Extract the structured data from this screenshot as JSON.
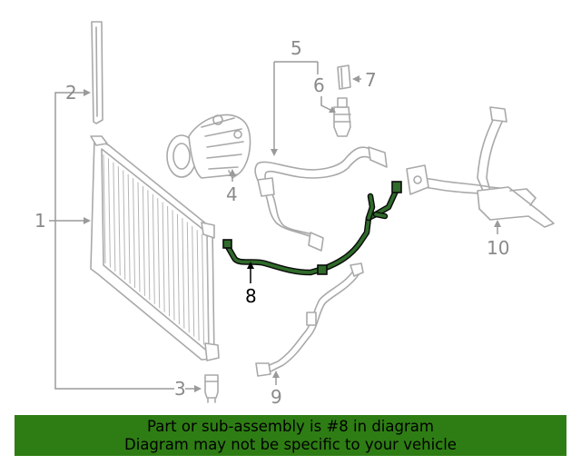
{
  "callouts": {
    "c1": "1",
    "c2": "2",
    "c3": "3",
    "c4": "4",
    "c5": "5",
    "c6": "6",
    "c7": "7",
    "c8": "8",
    "c9": "9",
    "c10": "10"
  },
  "highlighted_part": "8",
  "colors": {
    "banner_bg": "#2e7d14",
    "highlight": "#2f6b2a",
    "line_art": "#a9a9a9"
  },
  "banner": {
    "line1": "Part or sub-assembly is #8 in diagram",
    "line2": "Diagram may not be specific to your vehicle"
  }
}
